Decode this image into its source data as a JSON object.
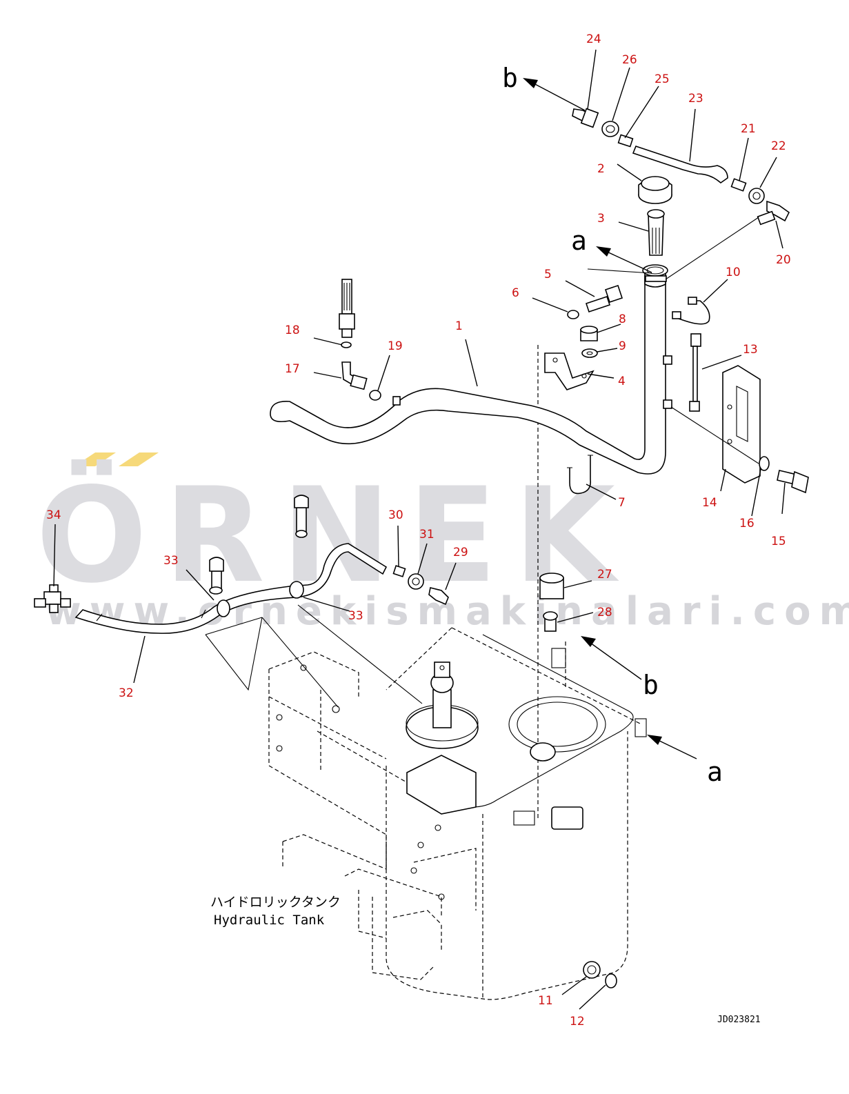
{
  "watermark": {
    "brand": "ÖRNEK",
    "url": "www.ornekismakinalari.com.tr",
    "accent_color": "#f6d97a"
  },
  "labels": {
    "tank_label_jp": "ハイドロリックタンク",
    "tank_label_en": "Hydraulic Tank",
    "drawing_code": "JD023821"
  },
  "view_letters": [
    "b",
    "a",
    "b",
    "a"
  ],
  "callouts": [
    "1",
    "2",
    "3",
    "4",
    "5",
    "6",
    "7",
    "8",
    "9",
    "10",
    "11",
    "12",
    "13",
    "14",
    "15",
    "16",
    "17",
    "18",
    "19",
    "20",
    "21",
    "22",
    "23",
    "24",
    "25",
    "26",
    "27",
    "28",
    "29",
    "30",
    "31",
    "32",
    "33",
    "33",
    "34"
  ],
  "colors": {
    "callout": "#cc1111",
    "line": "#000000",
    "background": "#ffffff"
  }
}
